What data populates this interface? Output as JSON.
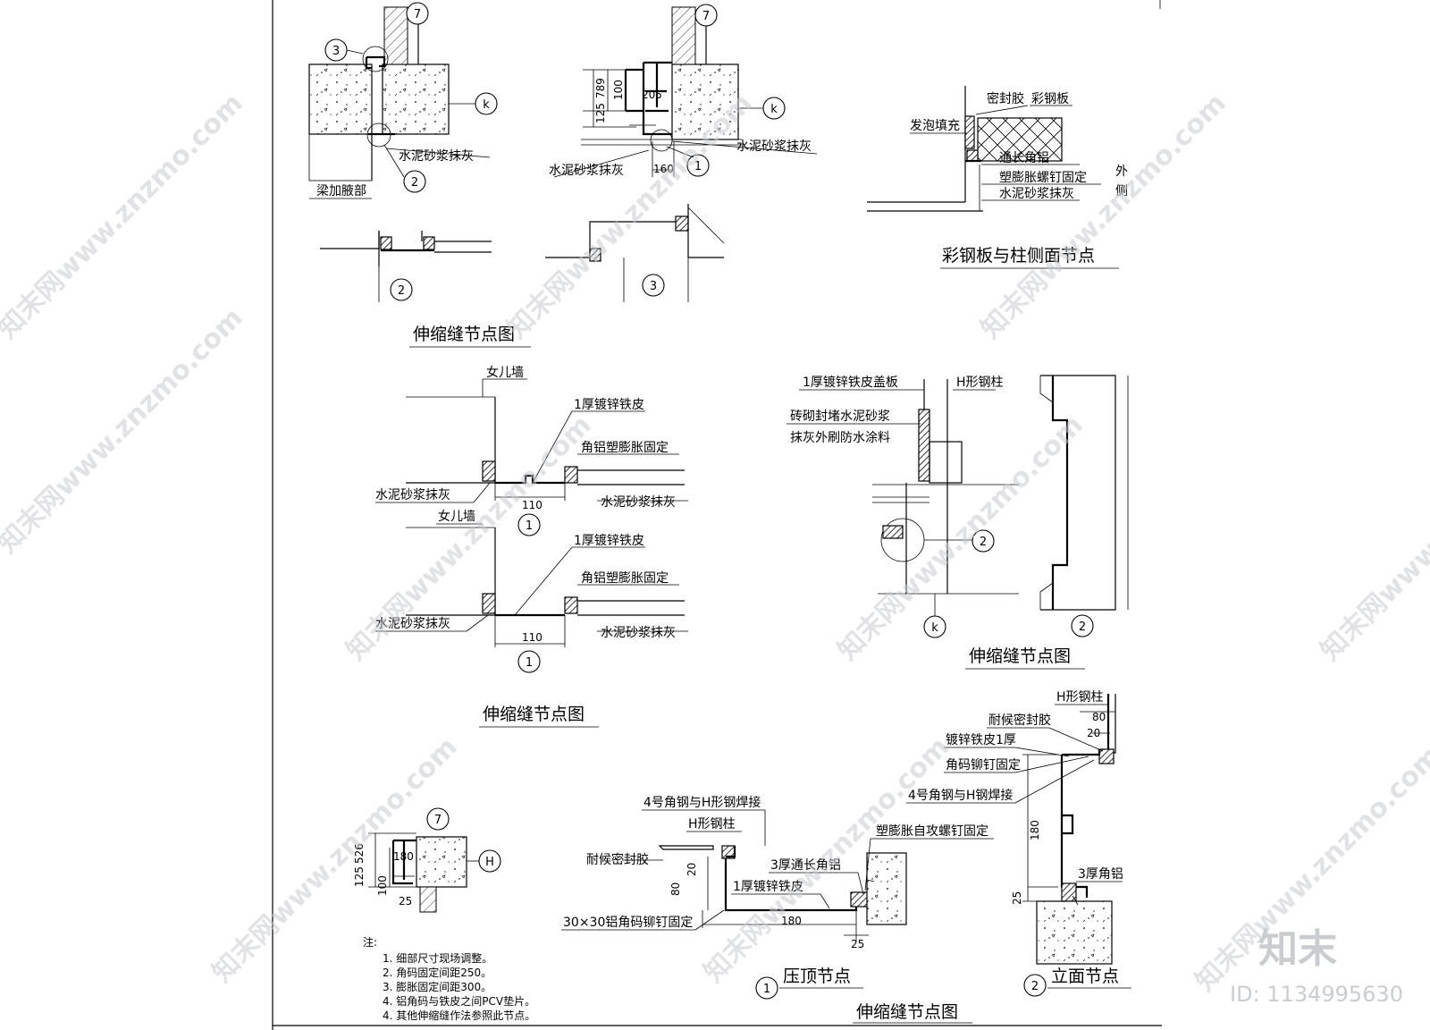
{
  "panel_a": {
    "title": "伸缩缝节点图",
    "labels": {
      "paint": "水泥砂浆抹灰",
      "beam": "梁加腋部",
      "plaster_b": "水泥砂浆抹灰",
      "plaster_c": "水泥砂浆抹灰"
    },
    "dims": {
      "d125": "125",
      "d789": "789",
      "d100": "100",
      "d205": "205",
      "d160": "160"
    },
    "bubbles": {
      "b7a": "7",
      "b7b": "7",
      "b3a": "3",
      "bka": "k",
      "bkb": "k",
      "b2a": "2",
      "b1a": "1",
      "b2b": "2",
      "b3b": "3"
    }
  },
  "panel_b": {
    "title": "彩钢板与柱侧面节点",
    "labels": {
      "sealant": "密封胶",
      "steel_panel": "彩钢板",
      "foam": "发泡填充",
      "angle": "通长角铝",
      "bolt": "塑膨胀螺钉固定",
      "plaster": "水泥砂浆抹灰",
      "outside": "外",
      "side": "侧"
    }
  },
  "panel_c": {
    "title": "伸缩缝节点图",
    "upper": {
      "parapet": "女儿墙",
      "sheet": "1厚镀锌铁皮",
      "fix": "角铝塑膨胀固定",
      "plaster_l": "水泥砂浆抹灰",
      "plaster_r": "水泥砂浆抹灰",
      "dim": "110",
      "bubble": "1"
    },
    "lower": {
      "parapet": "女儿墙",
      "sheet": "1厚镀锌铁皮",
      "fix": "角铝塑膨胀固定",
      "plaster_l": "水泥砂浆抹灰",
      "plaster_r": "水泥砂浆抹灰",
      "dim": "110",
      "bubble": "1"
    }
  },
  "panel_d": {
    "title": "伸缩缝节点图",
    "labels": {
      "cover": "1厚镀锌铁皮盖板",
      "hcol": "H形钢柱",
      "brick": "砖砌封堵水泥砂浆",
      "waterproof": "抹灰外刷防水涂料"
    },
    "bubbles": {
      "b2": "2",
      "bk": "k",
      "b2s": "2"
    }
  },
  "panel_e": {
    "dims": {
      "d125": "125",
      "d526": "526",
      "d180": "180",
      "d100": "100",
      "d25": "25"
    },
    "bubbles": {
      "b7": "7",
      "bH": "H"
    }
  },
  "notes": {
    "head": "注:",
    "items": [
      "1.  细部尺寸现场调整。",
      "2.  角码固定间距250。",
      "3.  膨胀固定间距300。",
      "4.  铝角码与铁皮之间PCV垫片。",
      "4.  其他伸缩缝作法参照此节点。"
    ]
  },
  "panel_f": {
    "title": "伸缩缝节点图",
    "crimp": {
      "title": "压顶节点",
      "bubble": "1",
      "labels": {
        "angle_weld": "4号角钢与H形钢焊接",
        "hcol": "H形钢柱",
        "sealant": "耐候密封胶",
        "angle3": "3厚通长角铝",
        "expand": "塑膨胀自攻螺钉固定",
        "sheet": "1厚镀锌铁皮",
        "rivet": "30×30铝角码铆钉固定"
      },
      "dims": {
        "d20": "20",
        "d80": "80",
        "d180": "180",
        "d25": "25"
      }
    },
    "elev": {
      "title": "立面节点",
      "bubble": "2",
      "labels": {
        "hcol": "H形钢柱",
        "sealant": "耐候密封胶",
        "sheet": "镀锌铁皮1厚",
        "rivet": "角码铆钉固定",
        "weld": "4号角钢与H钢焊接",
        "angle3": "3厚角铝"
      },
      "dims": {
        "d80": "80",
        "d20": "20",
        "d180": "180",
        "d25": "25"
      }
    }
  },
  "watermark": {
    "text": "知末网www.znzmo.com",
    "brand": "知末",
    "id": "ID: 1134995630"
  }
}
